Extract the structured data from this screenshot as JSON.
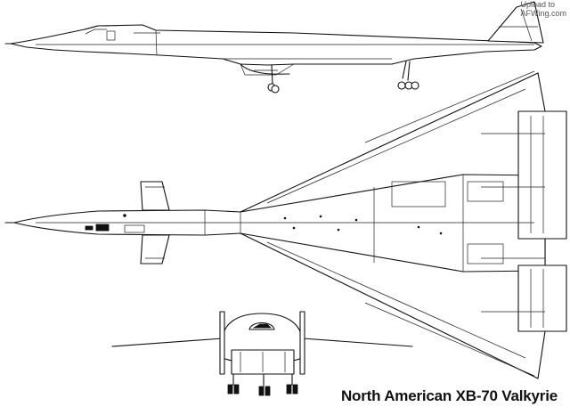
{
  "watermark": {
    "line1": "Upload to",
    "line2": "AFWing.com"
  },
  "caption": "North American XB-70 Valkyrie",
  "icons": {
    "side_view": "aircraft-side-view-drawing",
    "top_view": "aircraft-top-view-drawing",
    "front_view": "aircraft-front-view-drawing"
  }
}
